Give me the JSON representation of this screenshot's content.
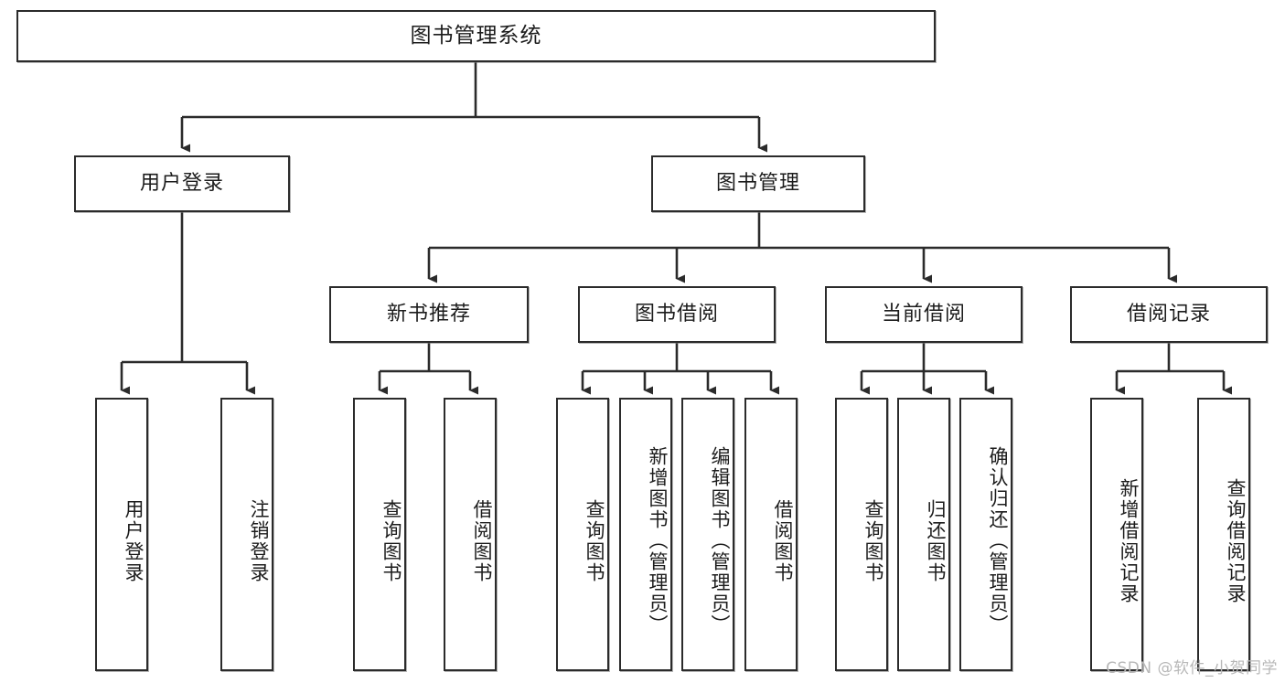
{
  "diagram": {
    "title": "图书管理系统",
    "type": "tree",
    "stroke_color": "#2b2b2b",
    "fill_color": "#ffffff",
    "text_color": "#1c1c1c",
    "nodes": {
      "root": {
        "label": "图书管理系统"
      },
      "level2": [
        {
          "id": "user-login",
          "label": "用户登录"
        },
        {
          "id": "book-manage",
          "label": "图书管理"
        }
      ],
      "level3": [
        {
          "id": "new-book-rec",
          "label": "新书推荐"
        },
        {
          "id": "book-borrow",
          "label": "图书借阅"
        },
        {
          "id": "current-borrow",
          "label": "当前借阅"
        },
        {
          "id": "borrow-record",
          "label": "借阅记录"
        }
      ],
      "leaves": {
        "user-login": [
          {
            "id": "leaf-user-login",
            "label": "用户登录"
          },
          {
            "id": "leaf-logout",
            "label": "注销登录"
          }
        ],
        "new-book-rec": [
          {
            "id": "leaf-query-book-1",
            "label": "查询图书"
          },
          {
            "id": "leaf-borrow-book-1",
            "label": "借阅图书"
          }
        ],
        "book-borrow": [
          {
            "id": "leaf-query-book-2",
            "label": "查询图书"
          },
          {
            "id": "leaf-add-book",
            "label": "新增图书（管理员）"
          },
          {
            "id": "leaf-edit-book",
            "label": "编辑图书（管理员）"
          },
          {
            "id": "leaf-borrow-book-2",
            "label": "借阅图书"
          }
        ],
        "current-borrow": [
          {
            "id": "leaf-query-book-3",
            "label": "查询图书"
          },
          {
            "id": "leaf-return-book",
            "label": "归还图书"
          },
          {
            "id": "leaf-confirm-return",
            "label": "确认归还（管理员）"
          }
        ],
        "borrow-record": [
          {
            "id": "leaf-add-record",
            "label": "新增借阅记录"
          },
          {
            "id": "leaf-query-record",
            "label": "查询借阅记录"
          }
        ]
      }
    }
  },
  "watermark": {
    "text": "CSDN @软件_小贺同学"
  }
}
